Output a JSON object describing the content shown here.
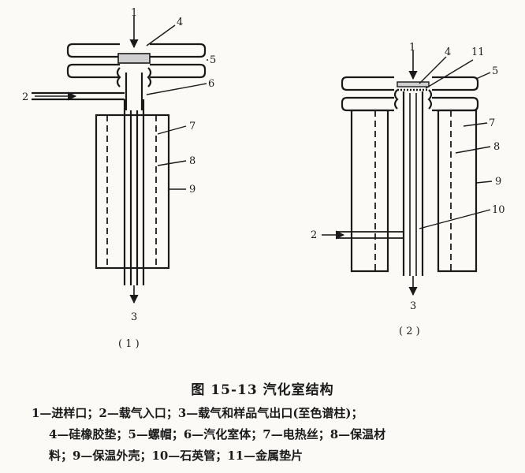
{
  "figure_a": {
    "labels": {
      "l1": "1",
      "l2": "2",
      "l3": "3",
      "l4": "4",
      "l5": "5",
      "l6": "6",
      "l7": "7",
      "l8": "8",
      "l9": "9"
    },
    "subcaption": "( 1 )"
  },
  "figure_b": {
    "labels": {
      "l1": "1",
      "l2": "2",
      "l3": "3",
      "l4": "4",
      "l5": "5",
      "l7": "7",
      "l8": "8",
      "l9": "9",
      "l10": "10",
      "l11": "11"
    },
    "subcaption": "( 2 )"
  },
  "caption": {
    "title": "图 15-13  汽化室结构",
    "legend_line1": "1—进样口；2—载气入口；3—载气和样品气出口(至色谱柱)；",
    "legend_line2": "4—硅橡胶垫；5—螺帽；6—汽化室体；7—电热丝；8—保温材",
    "legend_line3": "料；9—保温外壳；10—石英管；11—金属垫片"
  }
}
